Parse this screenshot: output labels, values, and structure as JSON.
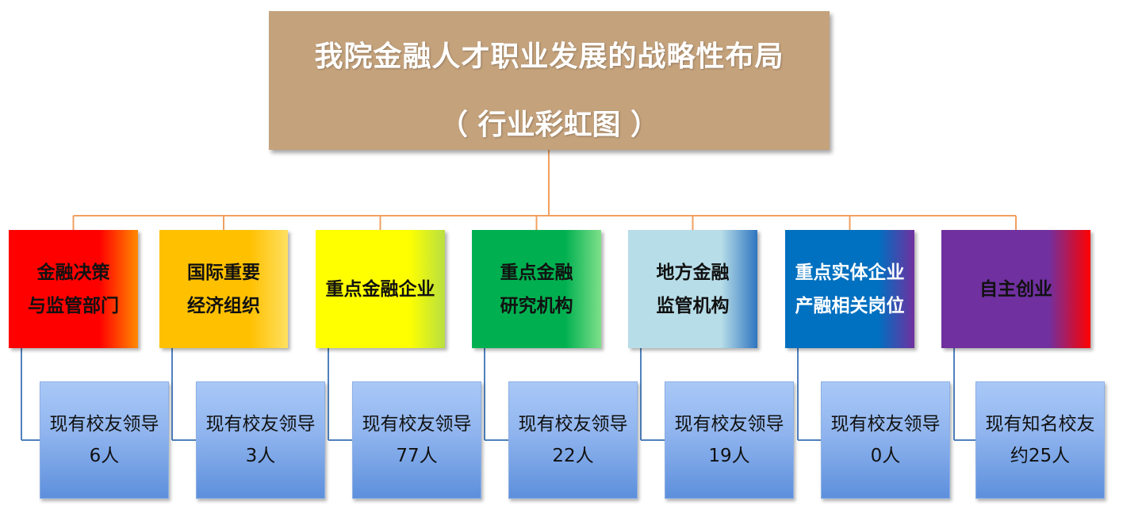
{
  "title": {
    "line1": "我院金融人才职业发展的战略性布局",
    "line2": "（ 行业彩虹图 ）"
  },
  "colors": {
    "root_fill": "#c4a27c",
    "connector_top": "#f0a060",
    "connector_bottom": "#4f81bd"
  },
  "categories": [
    {
      "line1": "金融决策",
      "line2": "与监管部门",
      "bg": "linear-gradient(to right, #ff0000 0%, #ff0000 70%, #ff8a00 100%)",
      "color": "#111111",
      "leaf": {
        "line1": "现有校友领导",
        "line2": "6人"
      }
    },
    {
      "line1": "国际重要",
      "line2": "经济组织",
      "bg": "linear-gradient(to right, #ffc000 0%, #ffc000 70%, #ffe060 100%)",
      "color": "#111111",
      "leaf": {
        "line1": "现有校友领导",
        "line2": "3人"
      }
    },
    {
      "line1": "重点金融企业",
      "line2": "",
      "bg": "linear-gradient(to right, #ffff00 0%, #ffff00 72%, #b8e040 100%)",
      "color": "#111111",
      "leaf": {
        "line1": "现有校友领导",
        "line2": "77人"
      }
    },
    {
      "line1": "重点金融",
      "line2": "研究机构",
      "bg": "linear-gradient(to right, #00b050 0%, #00b050 72%, #7fe08a 100%)",
      "color": "#111111",
      "leaf": {
        "line1": "现有校友领导",
        "line2": "22人"
      }
    },
    {
      "line1": "地方金融",
      "line2": "监管机构",
      "bg": "linear-gradient(to right, #b7dde8 0%, #b7dde8 72%, #2e75c0 100%)",
      "color": "#111111",
      "leaf": {
        "line1": "现有校友领导",
        "line2": "19人"
      }
    },
    {
      "line1": "重点实体企业",
      "line2": "产融相关岗位",
      "bg": "linear-gradient(to right, #0070c0 0%, #0070c0 72%, #7030a0 100%)",
      "color": "#ffffff",
      "leaf": {
        "line1": "现有校友领导",
        "line2": "0人"
      }
    },
    {
      "line1": "自主创业",
      "line2": "",
      "bg": "linear-gradient(to right, #7030a0 0%, #7030a0 72%, #ff0000 100%)",
      "color": "#111111",
      "leaf": {
        "line1": "现有知名校友",
        "line2": "约25人"
      }
    }
  ]
}
